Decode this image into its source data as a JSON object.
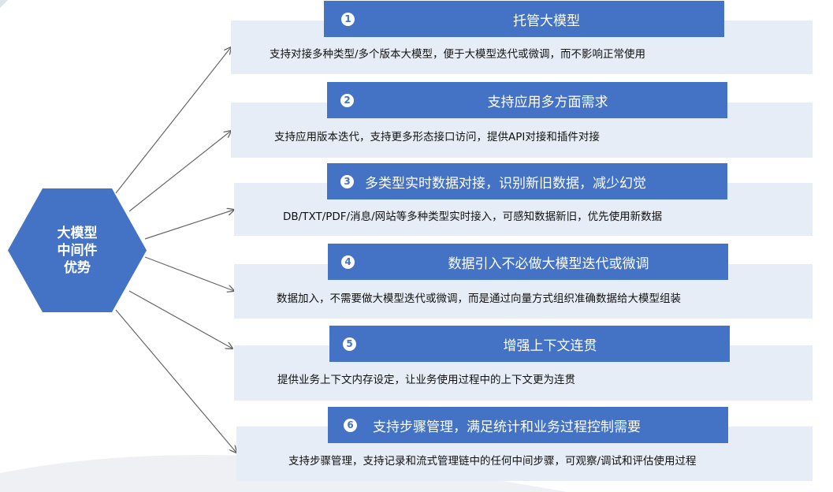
{
  "center_label": "大模型\n中间件\n优势",
  "items": [
    {
      "number": "1",
      "title": "托管大模型",
      "desc": "支持对接多种类型/多个版本大模型，便于大模型迭代或微调，而不影响正常使用"
    },
    {
      "number": "2",
      "title": "支持应用多方面需求",
      "desc": "支持应用版本迭代，支持更多形态接口访问，提供API对接和插件对接"
    },
    {
      "number": "3",
      "title": "多类型实时数据对接，识别新旧数据，减少幻觉",
      "desc": "DB/TXT/PDF/消息/网站等多种类型实时接入，可感知数据新旧，优先使用新数据"
    },
    {
      "number": "4",
      "title": "数据引入不必做大模型迭代或微调",
      "desc": "数据加入，不需要做大模型迭代或微调，而是通过向量方式组织准确数据给大模型组装"
    },
    {
      "number": "5",
      "title": "增强上下文连贯",
      "desc": "提供业务上下文内存设定，让业务使用过程中的上下文更为连贯"
    },
    {
      "number": "6",
      "title": "支持步骤管理，满足统计和业务过程控制需要",
      "desc": "支持步骤管理，支持记录和流式管理链中的任何中间步骤，可观察/调试和评估使用过程"
    }
  ],
  "colors": {
    "accent": "#4472c4",
    "card": "#e6edf6",
    "arrow": "#666666"
  }
}
